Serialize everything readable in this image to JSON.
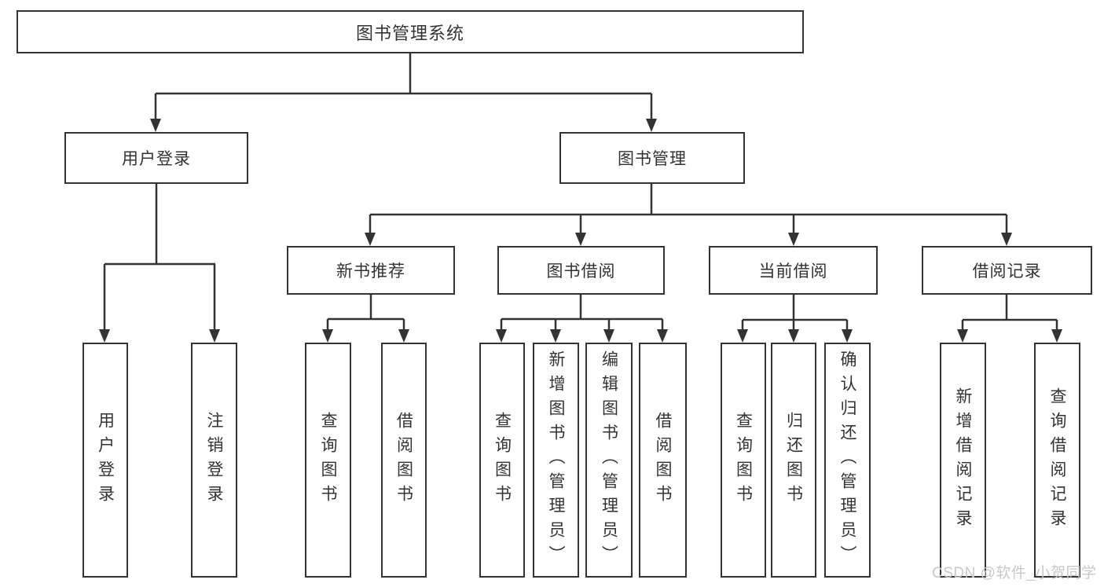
{
  "diagram": {
    "title": "图书管理系统",
    "watermark": "CSDN @软件_小贺同学",
    "colors": {
      "line": "#333333",
      "text": "#333333",
      "background": "#ffffff",
      "watermark": "#c8c8c8"
    },
    "nodes": {
      "root": {
        "label": "图书管理系统",
        "level": 1
      },
      "user_login": {
        "label": "用户登录",
        "level": 2
      },
      "book_mgmt": {
        "label": "图书管理",
        "level": 2
      },
      "new_book_rec": {
        "label": "新书推荐",
        "level": 3
      },
      "book_borrow": {
        "label": "图书借阅",
        "level": 3
      },
      "current_borrow": {
        "label": "当前借阅",
        "level": 3
      },
      "borrow_record": {
        "label": "借阅记录",
        "level": 3
      },
      "ul_login": {
        "label": "用户登录",
        "level": 4
      },
      "ul_logout": {
        "label": "注销登录",
        "level": 4
      },
      "nb_query": {
        "label": "查询图书",
        "level": 4
      },
      "nb_borrow": {
        "label": "借阅图书",
        "level": 4
      },
      "bb_query": {
        "label": "查询图书",
        "level": 4
      },
      "bb_add": {
        "label": "新增图书（管理员）",
        "level": 4
      },
      "bb_edit": {
        "label": "编辑图书（管理员）",
        "level": 4
      },
      "bb_borrow": {
        "label": "借阅图书",
        "level": 4
      },
      "cb_query": {
        "label": "查询图书",
        "level": 4
      },
      "cb_return": {
        "label": "归还图书",
        "level": 4
      },
      "cb_confirm": {
        "label": "确认归还（管理员）",
        "level": 4
      },
      "br_add": {
        "label": "新增借阅记录",
        "level": 4
      },
      "br_query": {
        "label": "查询借阅记录",
        "level": 4
      }
    },
    "edges": [
      [
        "root",
        "user_login"
      ],
      [
        "root",
        "book_mgmt"
      ],
      [
        "user_login",
        "ul_login"
      ],
      [
        "user_login",
        "ul_logout"
      ],
      [
        "book_mgmt",
        "new_book_rec"
      ],
      [
        "book_mgmt",
        "book_borrow"
      ],
      [
        "book_mgmt",
        "current_borrow"
      ],
      [
        "book_mgmt",
        "borrow_record"
      ],
      [
        "new_book_rec",
        "nb_query"
      ],
      [
        "new_book_rec",
        "nb_borrow"
      ],
      [
        "book_borrow",
        "bb_query"
      ],
      [
        "book_borrow",
        "bb_add"
      ],
      [
        "book_borrow",
        "bb_edit"
      ],
      [
        "book_borrow",
        "bb_borrow"
      ],
      [
        "current_borrow",
        "cb_query"
      ],
      [
        "current_borrow",
        "cb_return"
      ],
      [
        "current_borrow",
        "cb_confirm"
      ],
      [
        "borrow_record",
        "br_add"
      ],
      [
        "borrow_record",
        "br_query"
      ]
    ]
  }
}
